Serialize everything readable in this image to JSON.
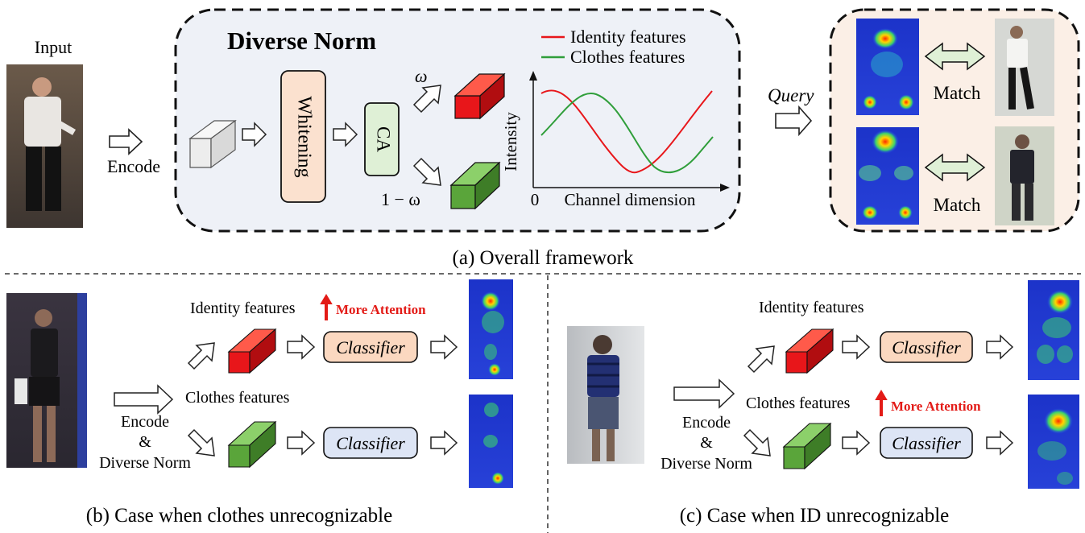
{
  "top": {
    "input_label": "Input",
    "encode_label": "Encode",
    "diverse_norm_title": "Diverse Norm",
    "whitening_label": "Whitening",
    "ca_label": "CA",
    "omega_label": "ω",
    "one_minus_omega_label": "1 − ω",
    "legend_identity": "Identity features",
    "legend_clothes": "Clothes features",
    "plot_ylabel": "Intensity",
    "plot_origin": "0",
    "plot_xlabel": "Channel dimension",
    "query_label": "Query",
    "match_label_1": "Match",
    "match_label_2": "Match",
    "caption": "(a) Overall framework"
  },
  "panel_b": {
    "identity_label": "Identity features",
    "more_attention": "More Attention",
    "clothes_label": "Clothes features",
    "encode": "Encode",
    "amp": "&",
    "diverse_norm": "Diverse Norm",
    "classifier_top": "Classifier",
    "classifier_bottom": "Classifier",
    "caption": "(b) Case when clothes unrecognizable"
  },
  "panel_c": {
    "identity_label": "Identity features",
    "more_attention": "More Attention",
    "clothes_label": "Clothes features",
    "encode": "Encode",
    "amp": "&",
    "diverse_norm": "Diverse Norm",
    "classifier_top": "Classifier",
    "classifier_bottom": "Classifier",
    "caption": "(c) Case when ID unrecognizable"
  },
  "colors": {
    "identity_red": "#e8161a",
    "clothes_green": "#5aa53a",
    "whitening_fill": "#fbe1cf",
    "ca_fill": "#dff0d6",
    "diverse_bg": "#eef1f7",
    "match_bg": "#fbefe6",
    "classifier_orange": "#fbd8c0",
    "classifier_blue": "#dde5f5",
    "attention_red": "#e31b17"
  }
}
